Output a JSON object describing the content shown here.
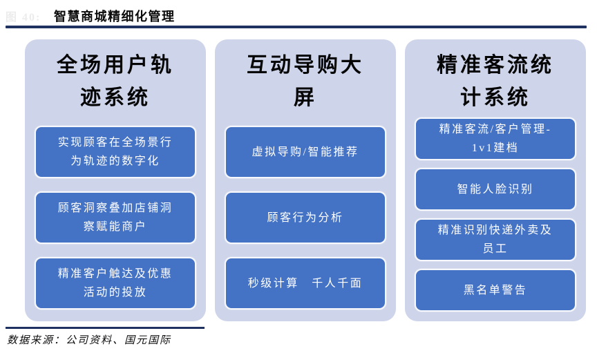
{
  "header": {
    "faint_label": "图 40:",
    "title": "智慧商城精细化管理"
  },
  "colors": {
    "rule_navy": "#1f3160",
    "panel_bg": "#ced5ea",
    "node_bg": "#4472c4",
    "node_border": "#f7f8fc",
    "node_text": "#ffffff",
    "title_text": "#050505"
  },
  "columns": [
    {
      "title": "全场用户轨\n迹系统",
      "items": [
        "实现顾客在全场景行\n为轨迹的数字化",
        "顾客洞察叠加店铺洞\n察赋能商户",
        "精准客户触达及优惠\n活动的投放"
      ]
    },
    {
      "title": "互动导购大\n屏",
      "items": [
        "虚拟导购/智能推荐",
        "顾客行为分析",
        "秒级计算　千人千面"
      ]
    },
    {
      "title": "精准客流统\n计系统",
      "items": [
        "精准客流/客户管理-\n1v1建档",
        "智能人脸识别",
        "精准识别快递外卖及\n员工",
        "黑名单警告"
      ]
    }
  ],
  "footer": {
    "source": "数据来源：公司资料、国元国际"
  }
}
